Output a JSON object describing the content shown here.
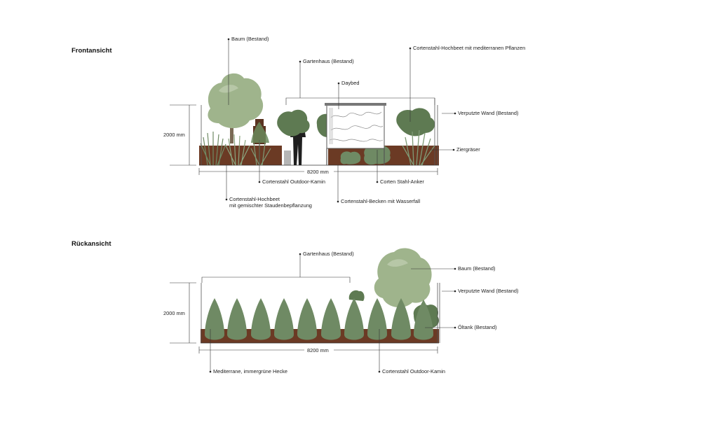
{
  "front": {
    "title": "Frontansicht",
    "height_dim": "2000 mm",
    "width_dim": "8200 mm",
    "labels": {
      "baum": "Baum (Bestand)",
      "gartenhaus": "Gartenhaus (Bestand)",
      "daybed": "Daybed",
      "hochbeet_med": "Cortenstahl-Hochbeet mit mediterranen Pflanzen",
      "wand": "Verputzte Wand (Bestand)",
      "ziergraeser": "Ziergräser",
      "kamin": "Cortenstahl Outdoor-Kamin",
      "anker": "Corten Stahl-Anker",
      "hochbeet_line1": "Cortenstahl-Hochbeet",
      "hochbeet_line2": "mit gemischter Staudenbepflanzung",
      "becken": "Cortenstahl-Becken mit Wasserfall"
    }
  },
  "back": {
    "title": "Rückansicht",
    "height_dim": "2000 mm",
    "width_dim": "8200 mm",
    "labels": {
      "gartenhaus": "Gartenhaus (Bestand)",
      "baum": "Baum (Bestand)",
      "wand": "Verputzte Wand (Bestand)",
      "oeltank": "Öltank (Bestand)",
      "hecke": "Mediterrane, immergrüne Hecke",
      "kamin": "Cortenstahl Outdoor-Kamin"
    }
  },
  "colors": {
    "soil": "#6b3a24",
    "tree_light": "#9fb48c",
    "shrub_dark": "#5e7a52",
    "hedge": "#6f8a64",
    "grass": "#7f9a76",
    "figure": "#1f1f1f"
  }
}
